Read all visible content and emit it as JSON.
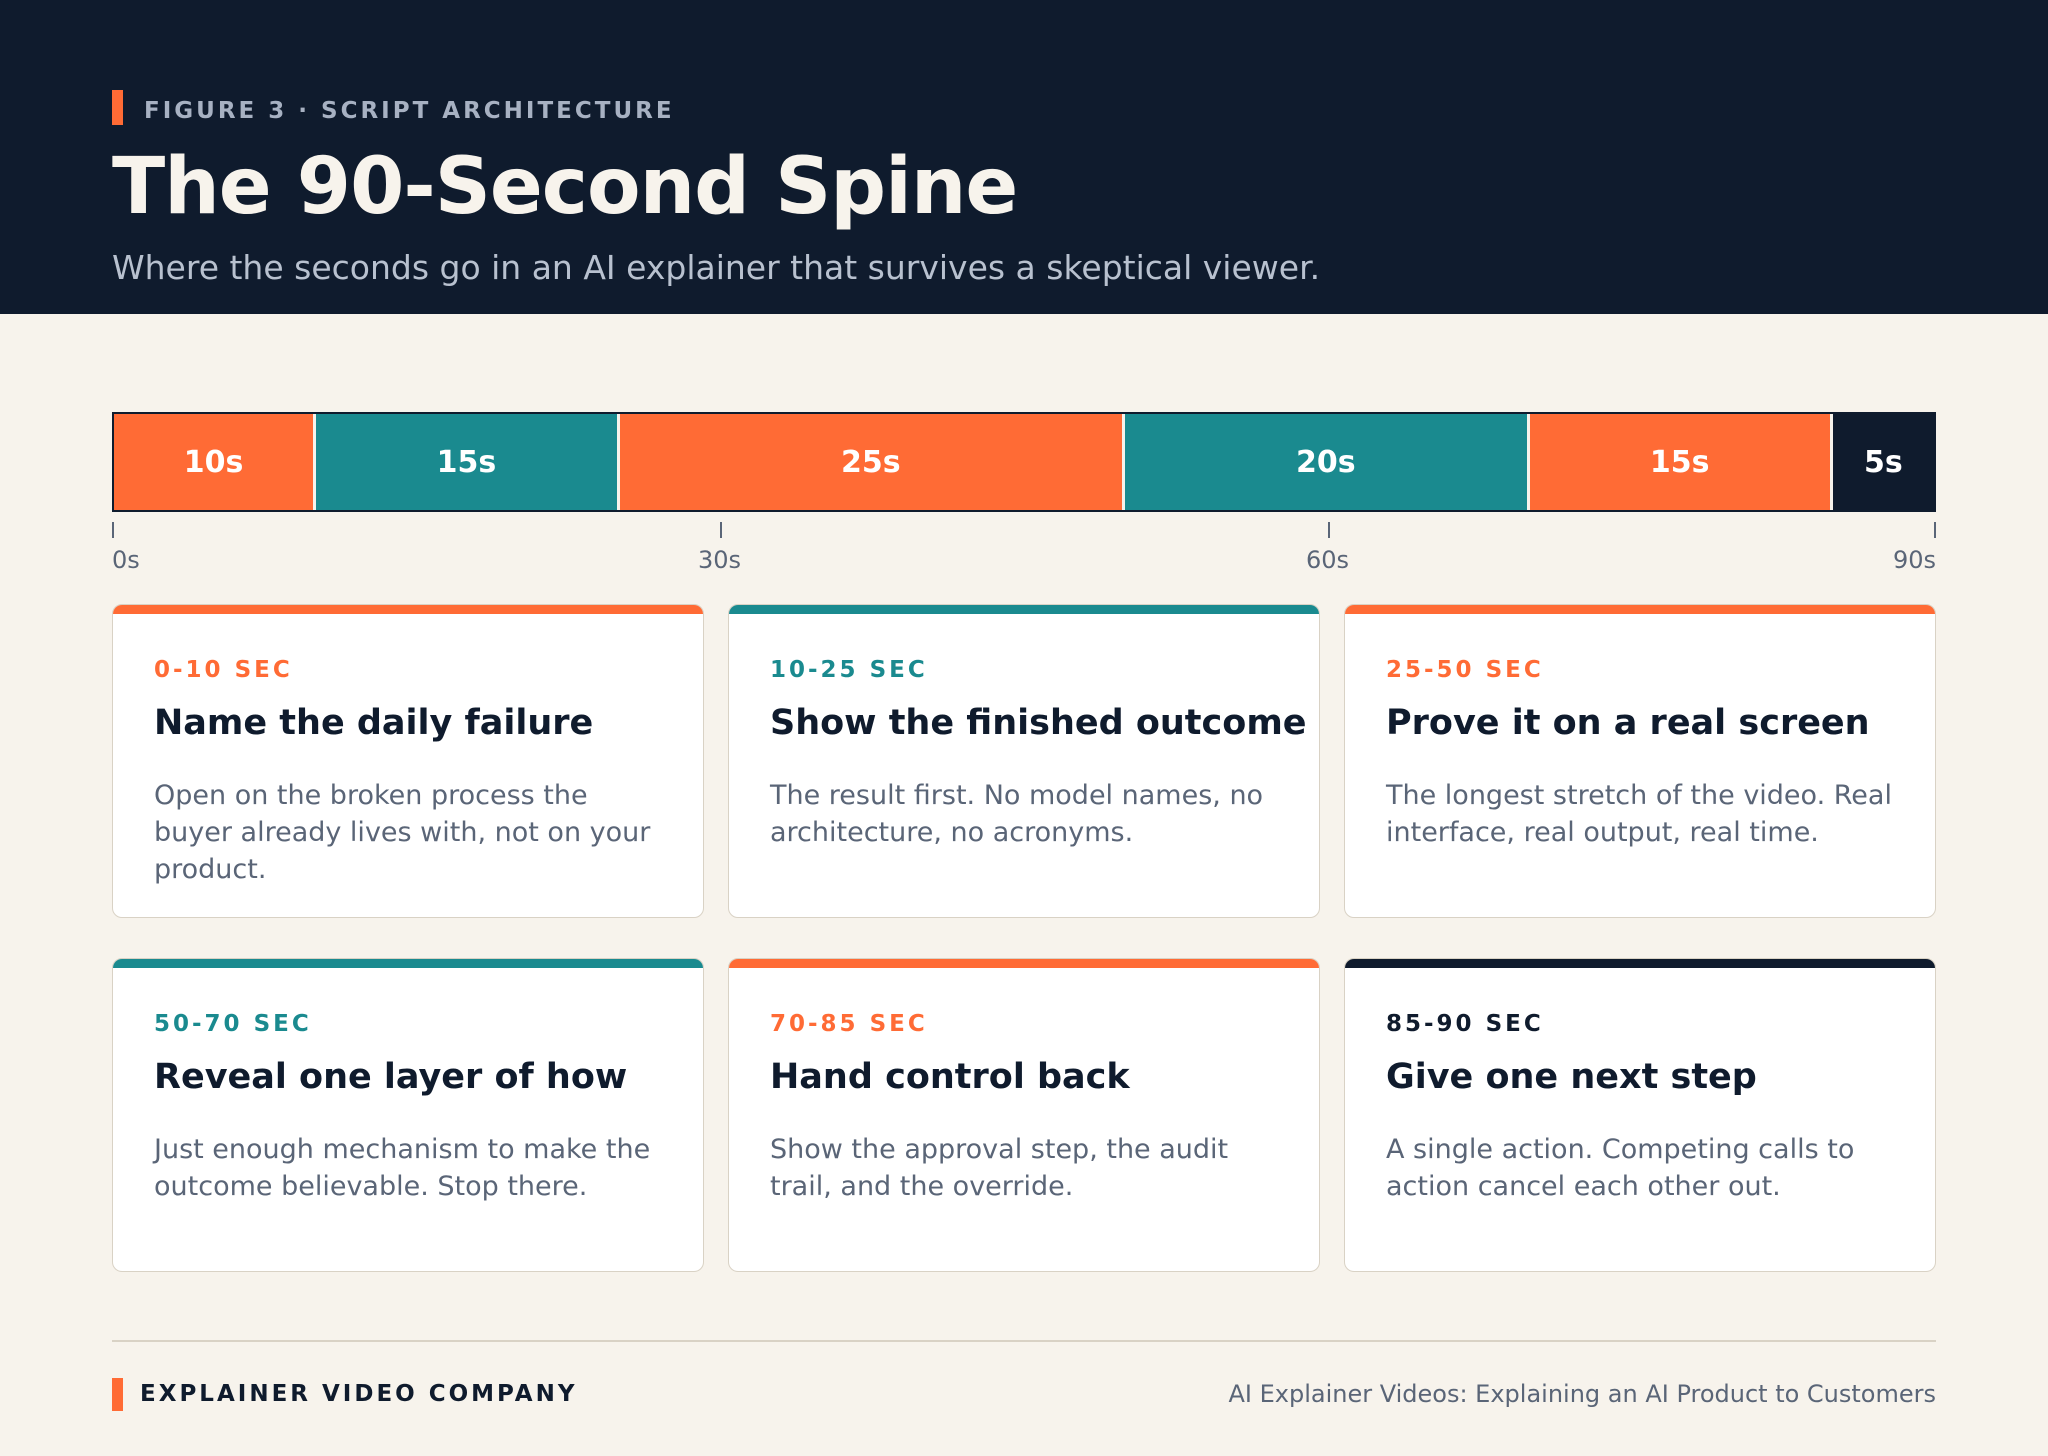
{
  "header": {
    "eyebrow": "FIGURE 3 · SCRIPT ARCHITECTURE",
    "title": "The 90-Second Spine",
    "subtitle": "Where the seconds go in an AI explainer that survives a skeptical viewer."
  },
  "colors": {
    "navy": "#0f1b2d",
    "orange": "#ff6b35",
    "teal": "#1a8a8f",
    "cream": "#f7f3ec"
  },
  "timeline": {
    "total_seconds": 90,
    "segments": [
      {
        "label": "10s",
        "seconds": 10,
        "color": "#ff6b35"
      },
      {
        "label": "15s",
        "seconds": 15,
        "color": "#1a8a8f"
      },
      {
        "label": "25s",
        "seconds": 25,
        "color": "#ff6b35"
      },
      {
        "label": "20s",
        "seconds": 20,
        "color": "#1a8a8f"
      },
      {
        "label": "15s",
        "seconds": 15,
        "color": "#ff6b35"
      },
      {
        "label": "5s",
        "seconds": 5,
        "color": "#0f1b2d"
      }
    ],
    "ticks": [
      {
        "label": "0s",
        "value": 0
      },
      {
        "label": "30s",
        "value": 30
      },
      {
        "label": "60s",
        "value": 60
      },
      {
        "label": "90s",
        "value": 90
      }
    ]
  },
  "cards": [
    {
      "time": "0-10 SEC",
      "title": "Name the daily failure",
      "desc": "Open on the broken process the buyer already lives with, not on your product.",
      "color": "#ff6b35"
    },
    {
      "time": "10-25 SEC",
      "title": "Show the finished outcome",
      "desc": "The result first. No model names, no architecture, no acronyms.",
      "color": "#1a8a8f"
    },
    {
      "time": "25-50 SEC",
      "title": "Prove it on a real screen",
      "desc": "The longest stretch of the video. Real interface, real output, real time.",
      "color": "#ff6b35"
    },
    {
      "time": "50-70 SEC",
      "title": "Reveal one layer of how",
      "desc": "Just enough mechanism to make the outcome believable. Stop there.",
      "color": "#1a8a8f"
    },
    {
      "time": "70-85 SEC",
      "title": "Hand control back",
      "desc": "Show the approval step, the audit trail, and the override.",
      "color": "#ff6b35"
    },
    {
      "time": "85-90 SEC",
      "title": "Give one next step",
      "desc": "A single action. Competing calls to action cancel each other out.",
      "color": "#0f1b2d"
    }
  ],
  "footer": {
    "brand": "EXPLAINER VIDEO COMPANY",
    "right": "AI Explainer Videos: Explaining an AI Product to Customers"
  }
}
